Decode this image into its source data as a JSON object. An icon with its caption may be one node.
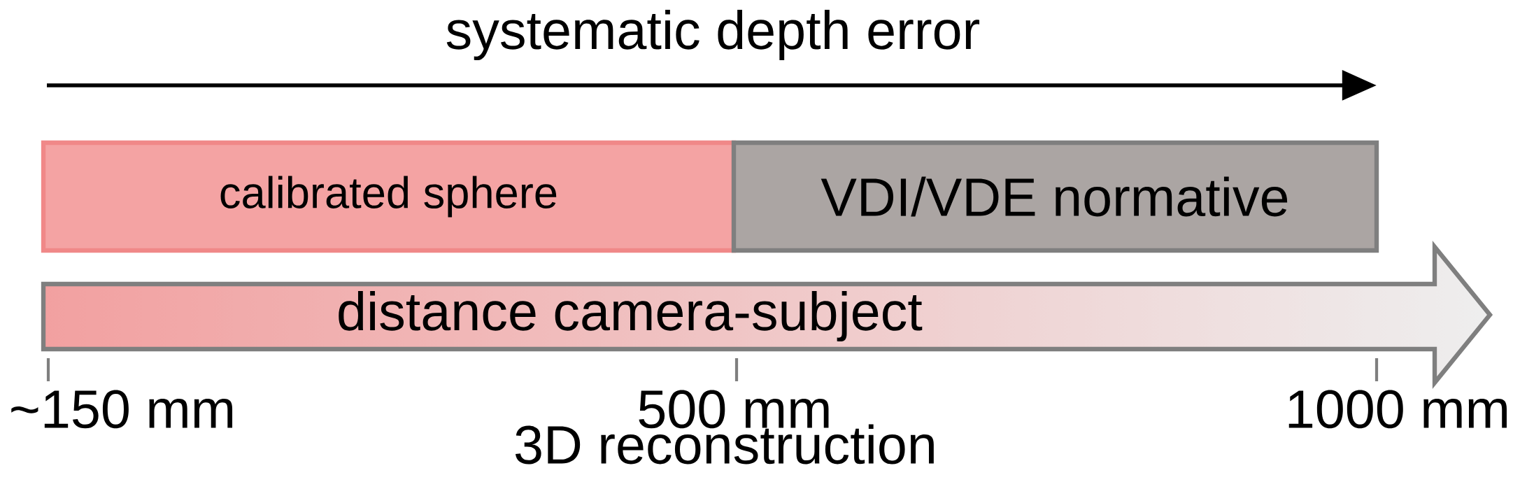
{
  "diagram": {
    "title": "systematic depth error",
    "nodes": [
      {
        "text": [
          "calibrated sphere"
        ]
      },
      {
        "text": [
          "VDI/VDE normative"
        ]
      },
      {
        "text": [
          "distance camera-subject"
        ]
      }
    ],
    "labels": [
      "~150 mm",
      "500 mm",
      "1000 mm",
      "3D reconstruction"
    ]
  }
}
